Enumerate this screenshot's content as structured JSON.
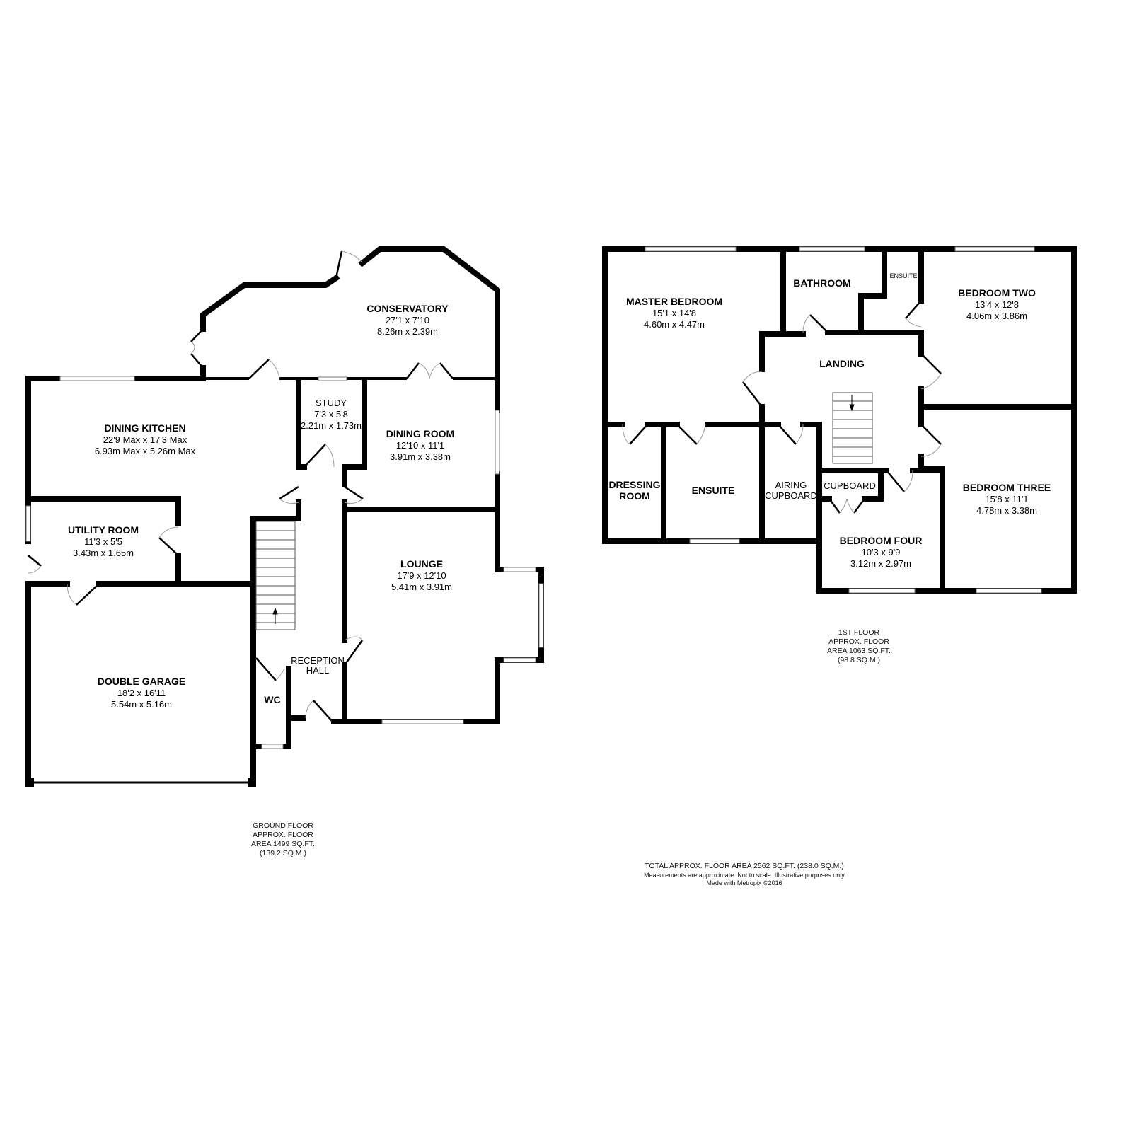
{
  "ground_floor": {
    "rooms": {
      "conservatory": {
        "name": "CONSERVATORY",
        "imperial": "27'1 x 7'10",
        "metric": "8.26m x 2.39m"
      },
      "dining_kitchen": {
        "name": "DINING KITCHEN",
        "imperial": "22'9 Max x 17'3 Max",
        "metric": "6.93m Max x 5.26m Max"
      },
      "study": {
        "name": "STUDY",
        "imperial": "7'3 x 5'8",
        "metric": "2.21m x 1.73m"
      },
      "dining_room": {
        "name": "DINING ROOM",
        "imperial": "12'10 x 11'1",
        "metric": "3.91m x 3.38m"
      },
      "utility_room": {
        "name": "UTILITY ROOM",
        "imperial": "11'3 x 5'5",
        "metric": "3.43m x 1.65m"
      },
      "lounge": {
        "name": "LOUNGE",
        "imperial": "17'9 x 12'10",
        "metric": "5.41m x 3.91m"
      },
      "double_garage": {
        "name": "DOUBLE GARAGE",
        "imperial": "18'2 x 16'11",
        "metric": "5.54m x 5.16m"
      },
      "reception_hall": {
        "line1": "RECEPTION",
        "line2": "HALL"
      },
      "wc": {
        "name": "WC"
      }
    },
    "area_note": [
      "GROUND FLOOR",
      "APPROX. FLOOR",
      "AREA 1499 SQ.FT.",
      "(139.2 SQ.M.)"
    ]
  },
  "first_floor": {
    "rooms": {
      "master_bedroom": {
        "name": "MASTER BEDROOM",
        "imperial": "15'1 x 14'8",
        "metric": "4.60m x 4.47m"
      },
      "bathroom": {
        "name": "BATHROOM"
      },
      "ensuite_small": {
        "name": "ENSUITE"
      },
      "bedroom_two": {
        "name": "BEDROOM TWO",
        "imperial": "13'4 x 12'8",
        "metric": "4.06m x 3.86m"
      },
      "landing": {
        "name": "LANDING"
      },
      "dressing_room": {
        "line1": "DRESSING",
        "line2": "ROOM"
      },
      "ensuite": {
        "name": "ENSUITE"
      },
      "airing_cupboard": {
        "line1": "AIRING",
        "line2": "CUPBOARD"
      },
      "cupboard": {
        "name": "CUPBOARD"
      },
      "bedroom_three": {
        "name": "BEDROOM THREE",
        "imperial": "15'8 x 11'1",
        "metric": "4.78m x 3.38m"
      },
      "bedroom_four": {
        "name": "BEDROOM FOUR",
        "imperial": "10'3 x 9'9",
        "metric": "3.12m x 2.97m"
      }
    },
    "area_note": [
      "1ST FLOOR",
      "APPROX. FLOOR",
      "AREA 1063 SQ.FT.",
      "(98.8 SQ.M.)"
    ]
  },
  "footer": {
    "total": "TOTAL APPROX. FLOOR AREA 2562 SQ.FT. (238.0 SQ.M.)",
    "disclaimer": "Measurements are approximate.  Not to scale.  Illustrative purposes only",
    "credit": "Made with Metropix ©2016"
  }
}
